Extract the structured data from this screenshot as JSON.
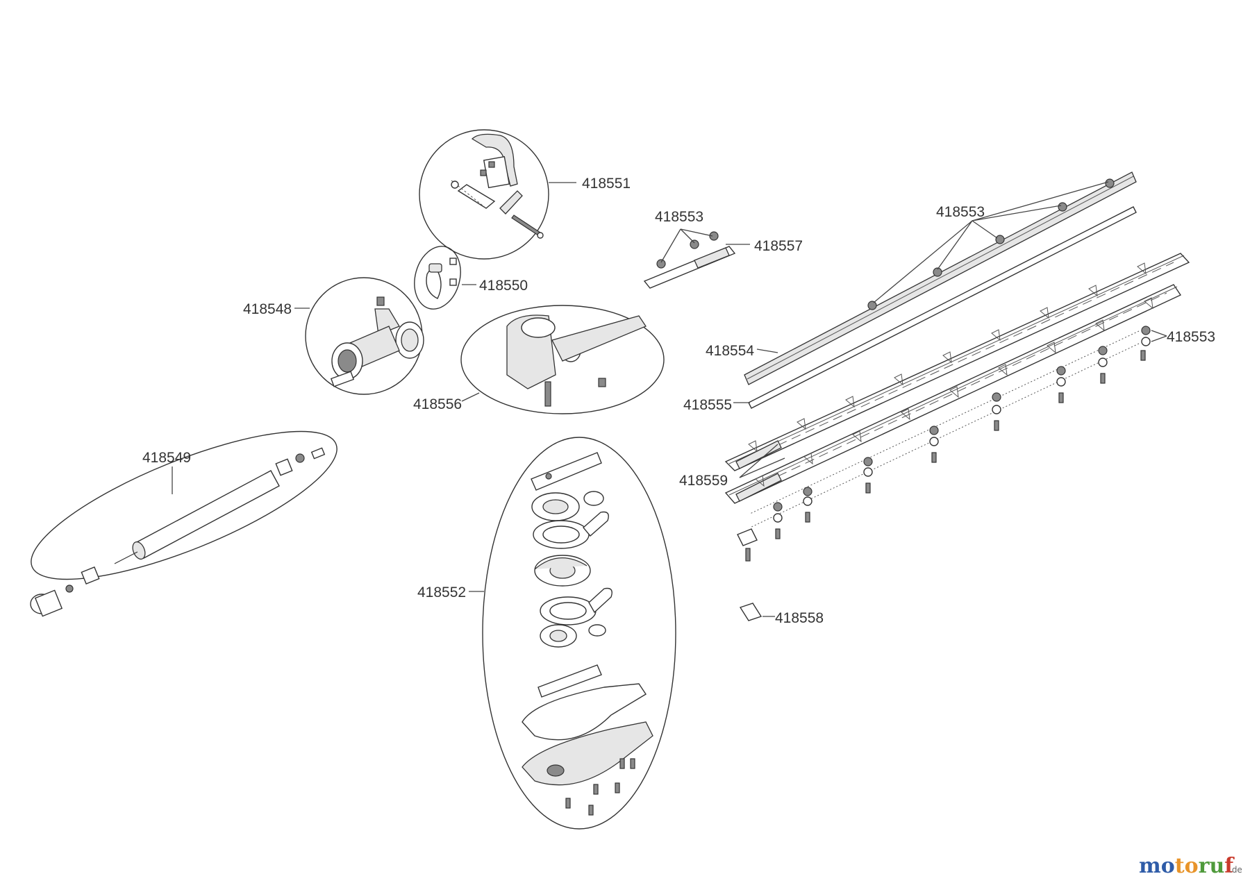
{
  "parts": {
    "p418551": "418551",
    "p418553_small": "418553",
    "p418557": "418557",
    "p418553_rail": "418553",
    "p418550": "418550",
    "p418548": "418548",
    "p418554": "418554",
    "p418553_right": "418553",
    "p418556": "418556",
    "p418555": "418555",
    "p418549": "418549",
    "p418559": "418559",
    "p418552": "418552",
    "p418558": "418558"
  },
  "brand": {
    "name": "motoruf",
    "suffix": ".de"
  },
  "colors": {
    "line": "#333333",
    "fill_light": "#e6e6e6",
    "fill_dark": "#8a8a8a",
    "brand_blue": "#2f5ca8",
    "brand_orange": "#e8942a",
    "brand_green": "#4f9a3b",
    "brand_red": "#c93a2c"
  }
}
